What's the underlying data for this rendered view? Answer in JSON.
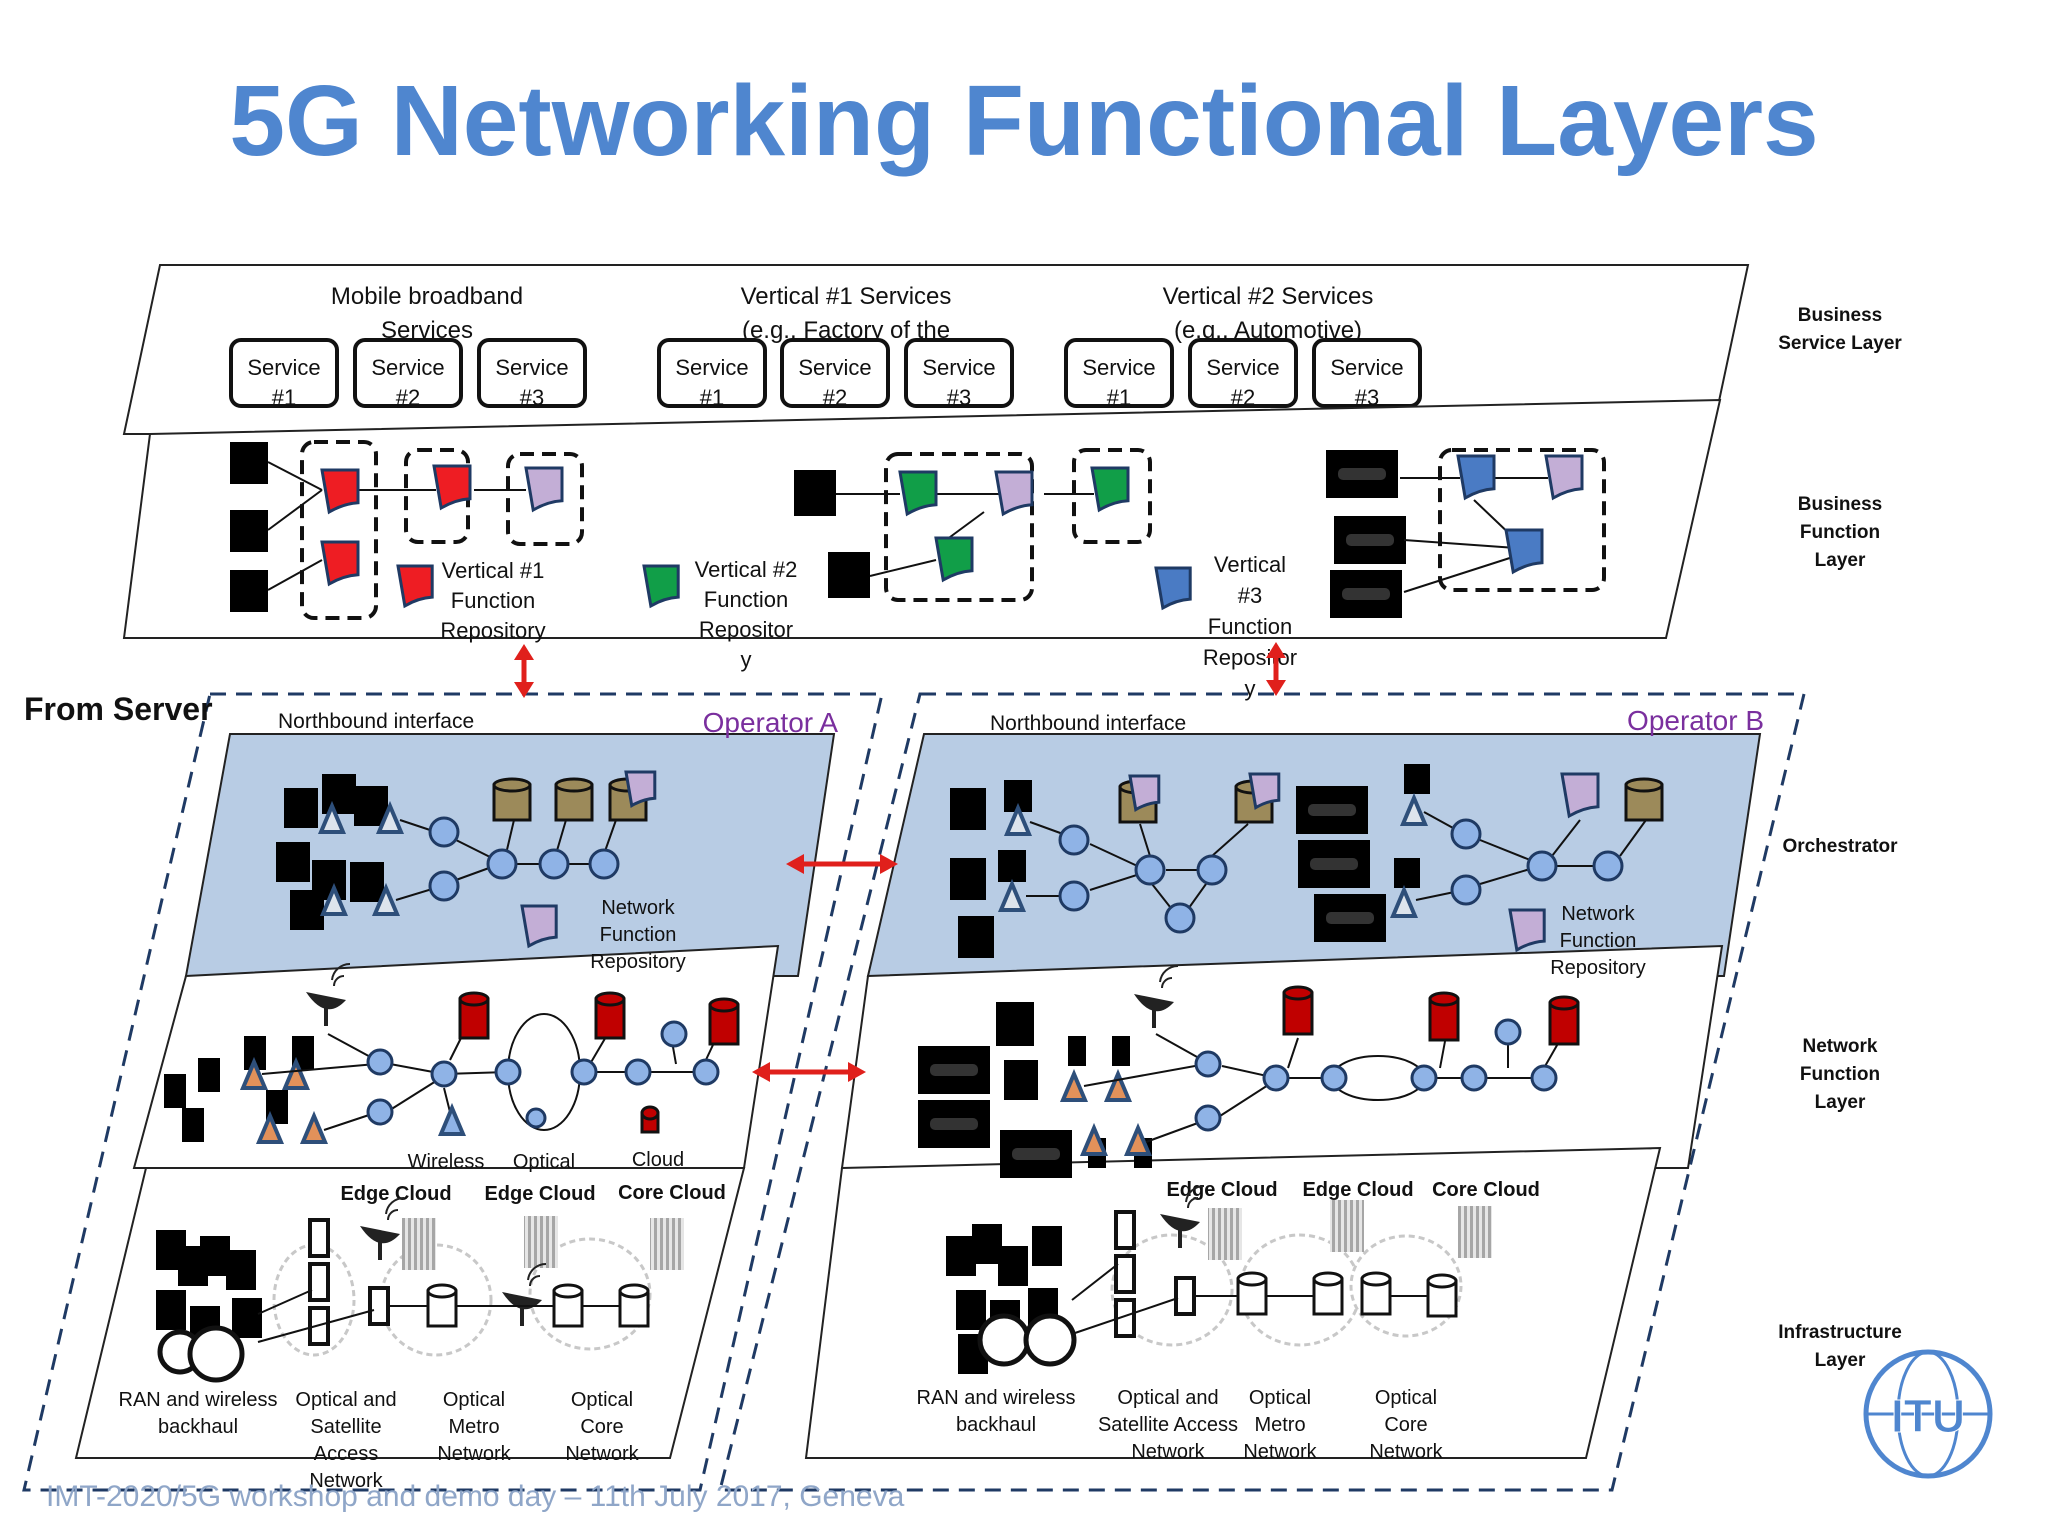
{
  "title": "5G Networking Functional Layers",
  "from_server": "From Server",
  "layers": {
    "business_service": [
      "Business",
      "Service Layer"
    ],
    "business_function": [
      "Business",
      "Function",
      "Layer"
    ],
    "orchestrator": "Orchestrator",
    "network_function": [
      "Network",
      "Function",
      "Layer"
    ],
    "infrastructure": [
      "Infrastructure",
      "Layer"
    ]
  },
  "service_groups": [
    {
      "title": [
        "Mobile broadband",
        "Services"
      ],
      "services": [
        [
          "Service",
          "#1"
        ],
        [
          "Service",
          "#2"
        ],
        [
          "Service",
          "#3"
        ]
      ]
    },
    {
      "title": [
        "Vertical #1 Services",
        "(e.g., Factory of the"
      ],
      "services": [
        [
          "Service",
          "#1"
        ],
        [
          "Service",
          "#2"
        ],
        [
          "Service",
          "#3"
        ]
      ]
    },
    {
      "title": [
        "Vertical #2 Services",
        "(e.g., Automotive)"
      ],
      "services": [
        [
          "Service",
          "#1"
        ],
        [
          "Service",
          "#2"
        ],
        [
          "Service",
          "#3"
        ]
      ]
    }
  ],
  "repositories": {
    "v1": [
      "Vertical #1",
      "Function",
      "Repository"
    ],
    "v2": [
      "Vertical #2",
      "Function",
      "Repositor",
      "y"
    ],
    "v3": [
      "Vertical",
      "#3",
      "Function",
      "Repositor",
      "y"
    ]
  },
  "operators": {
    "a": {
      "name": "Operator A",
      "northbound": "Northbound interface",
      "nfr": [
        "Network",
        "Function",
        "Repository"
      ]
    },
    "b": {
      "name": "Operator B",
      "northbound": "Northbound interface",
      "nfr": [
        "Network",
        "Function",
        "Repository"
      ]
    }
  },
  "nf_labels": {
    "wireless": "Wireless",
    "optical": "Optical",
    "cloud": "Cloud"
  },
  "clouds": {
    "edge": "Edge Cloud",
    "core": "Core Cloud"
  },
  "infra_a": [
    [
      "RAN and wireless",
      "backhaul"
    ],
    [
      "Optical  and",
      "Satellite",
      "Access",
      "Network"
    ],
    [
      "Optical",
      "Metro",
      "Network"
    ],
    [
      "Optical",
      "Core",
      "Network"
    ]
  ],
  "infra_b": [
    [
      "RAN and wireless",
      "backhaul"
    ],
    [
      "Optical  and",
      "Satellite Access",
      "Network"
    ],
    [
      "Optical",
      "Metro",
      "Network"
    ],
    [
      "Optical",
      "Core",
      "Network"
    ]
  ],
  "footer": "IMT-2020/5G workshop and demo day – 11th July 2017, Geneva",
  "logo_text": "ITU",
  "colors": {
    "title": "#4f86cf",
    "operator": "#7a2f9e",
    "orchestrator_fill": "#b8cce4",
    "arrow": "#e0201c",
    "node": "#8fb3e6",
    "dash": "#1f3a64"
  }
}
